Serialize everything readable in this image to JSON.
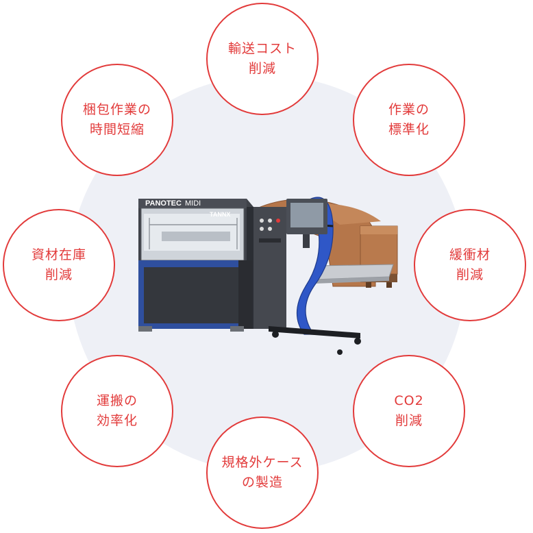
{
  "machine": {
    "brand_label": "PANOTEC",
    "model_label": "MIDI",
    "maker_logo": "TANNX"
  },
  "benefits": [
    {
      "line1": "輸送コスト",
      "line2": "削減"
    },
    {
      "line1": "作業の",
      "line2": "標準化"
    },
    {
      "line1": "緩衝材",
      "line2": "削減"
    },
    {
      "line1": "CO2",
      "line2": "削減"
    },
    {
      "line1": "規格外ケース",
      "line2": "の製造"
    },
    {
      "line1": "運搬の",
      "line2": "効率化"
    },
    {
      "line1": "資材在庫",
      "line2": "削減"
    },
    {
      "line1": "梱包作業の",
      "line2": "時間短縮"
    }
  ],
  "colors": {
    "accent": "#e23a3a",
    "background_disc": "#eef0f6",
    "machine_body": "#3a3d44",
    "machine_trim": "#2d4a9a",
    "cardboard": "#b5764a"
  }
}
